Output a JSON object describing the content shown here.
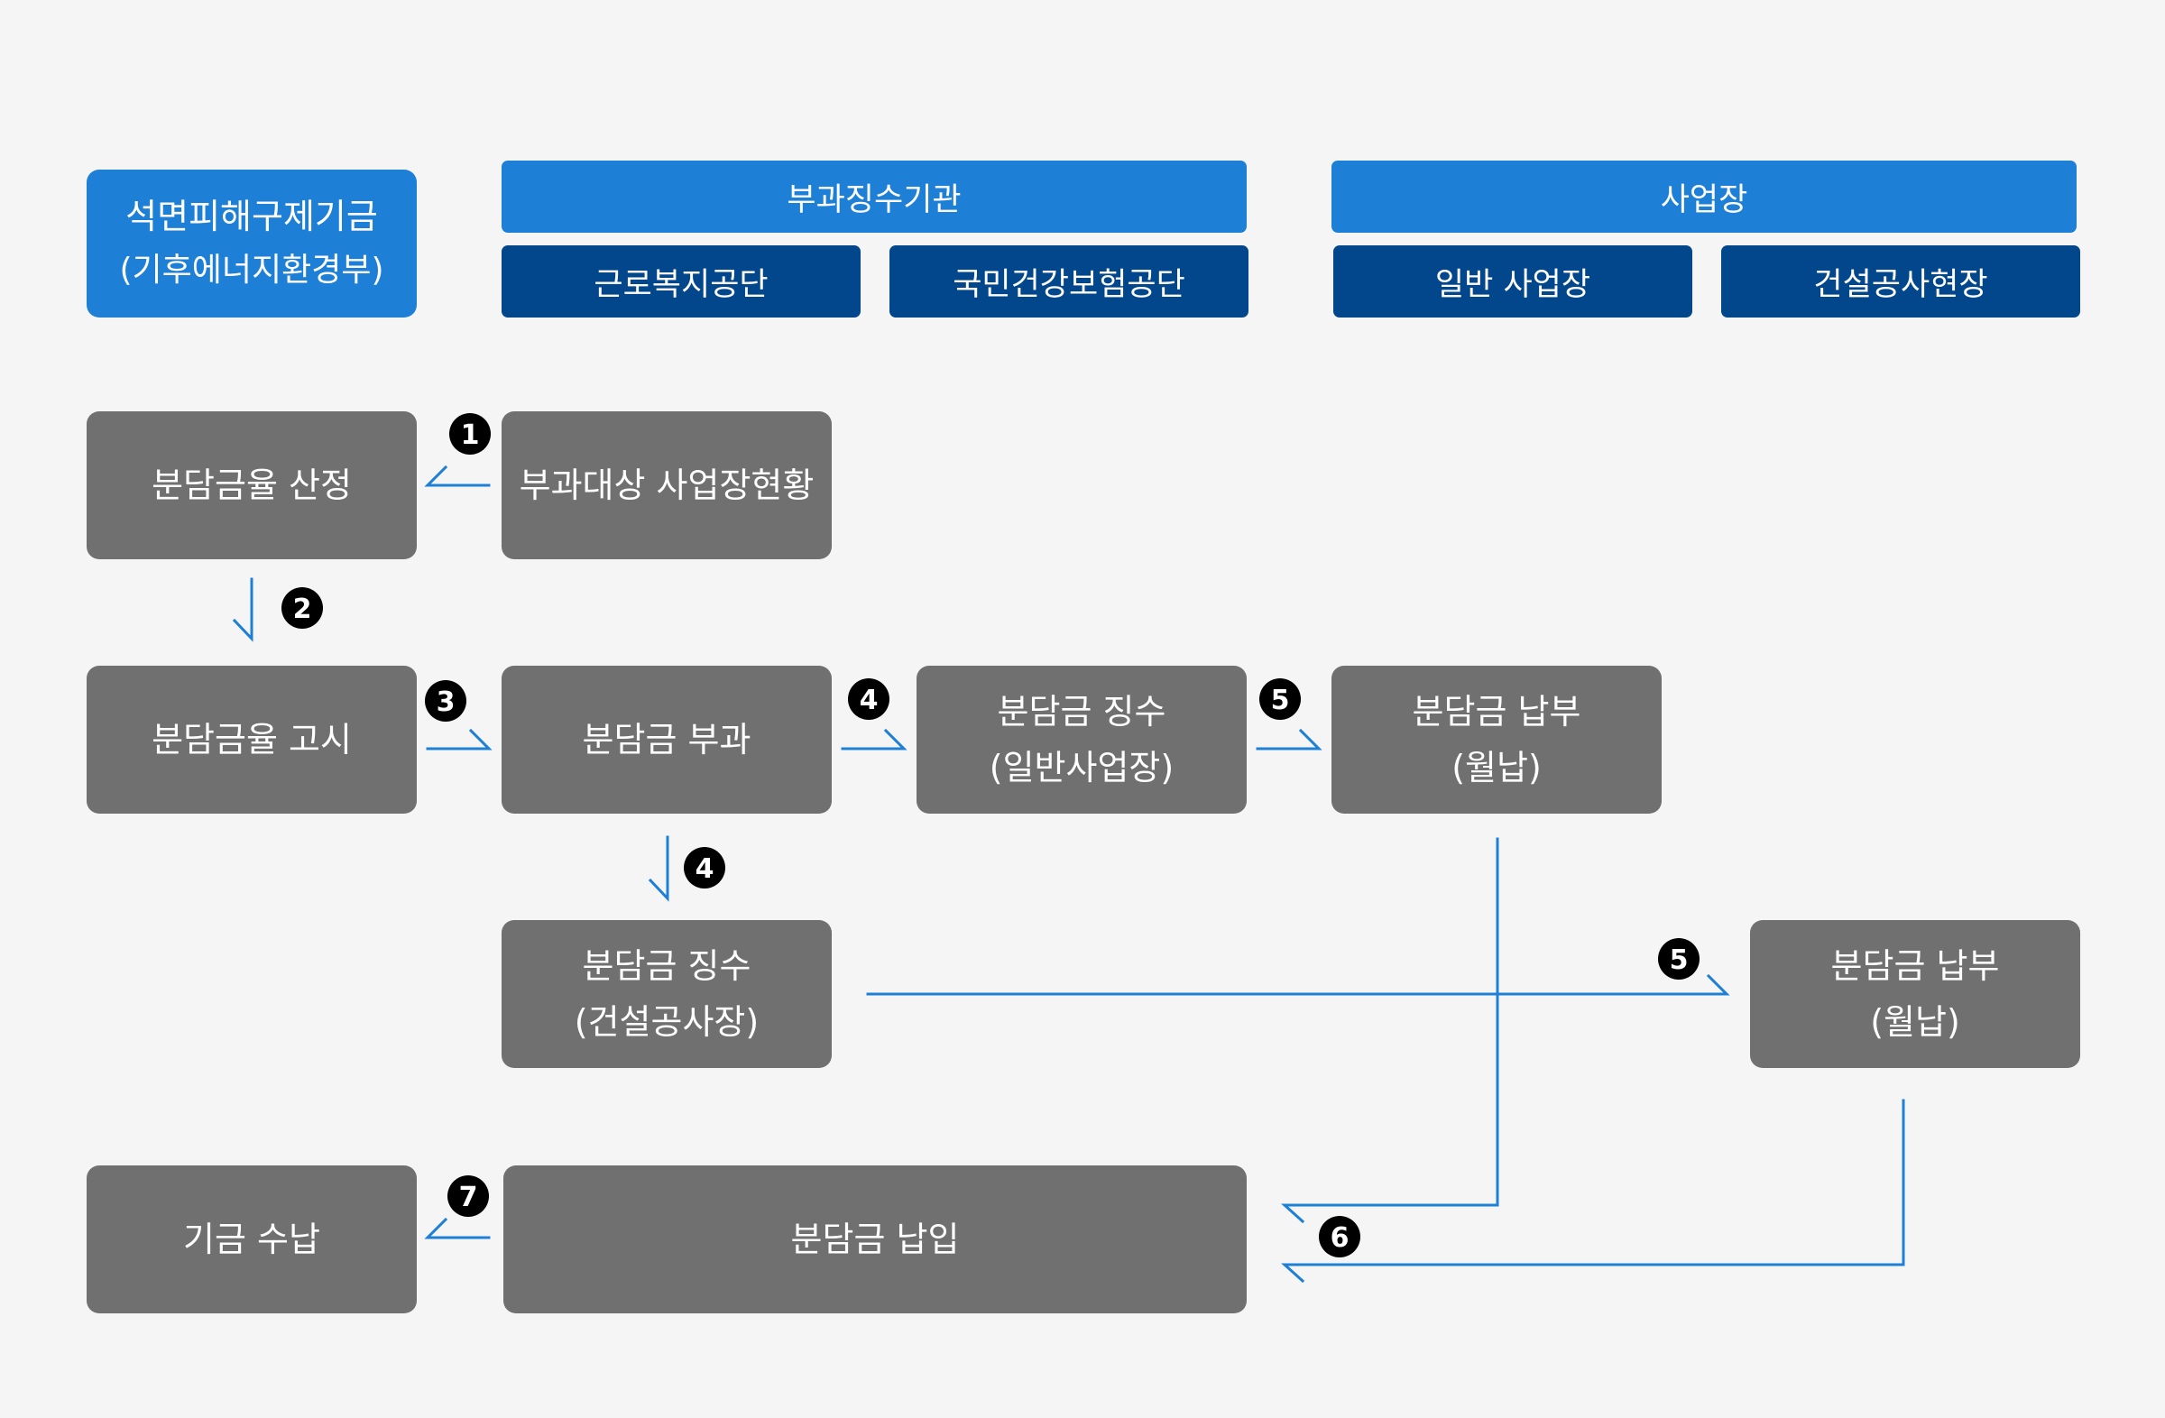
{
  "headers": {
    "fund": {
      "line1": "석면피해구제기금",
      "line2": "(기후에너지환경부)"
    },
    "agency": {
      "title": "부과징수기관",
      "left": "근로복지공단",
      "right": "국민건강보험공단"
    },
    "workplace": {
      "title": "사업장",
      "left": "일반 사업장",
      "right": "건설공사현장"
    }
  },
  "nodes": {
    "rate_calc": "분담금율 산정",
    "status": "부과대상 사업장현황",
    "rate_notice": "분담금율 고시",
    "levy": "분담금 부과",
    "collect_general": {
      "line1": "분담금 징수",
      "line2": "(일반사업장)"
    },
    "pay_general": {
      "line1": "분담금 납부",
      "line2": "(월납)"
    },
    "collect_construction": {
      "line1": "분담금 징수",
      "line2": "(건설공사장)"
    },
    "pay_construction": {
      "line1": "분담금 납부",
      "line2": "(월납)"
    },
    "fund_receipt": "기금 수납",
    "payment_in": "분담금 납입"
  },
  "steps": {
    "s1": "1",
    "s2": "2",
    "s3": "3",
    "s4a": "4",
    "s5a": "5",
    "s4b": "4",
    "s5b": "5",
    "s6": "6",
    "s7": "7"
  },
  "colors": {
    "background": "#f5f5f5",
    "header_light": "#1e7fd6",
    "header_dark": "#02468b",
    "node": "#707070",
    "arrow": "#1e7fd6",
    "badge": "#000000"
  }
}
